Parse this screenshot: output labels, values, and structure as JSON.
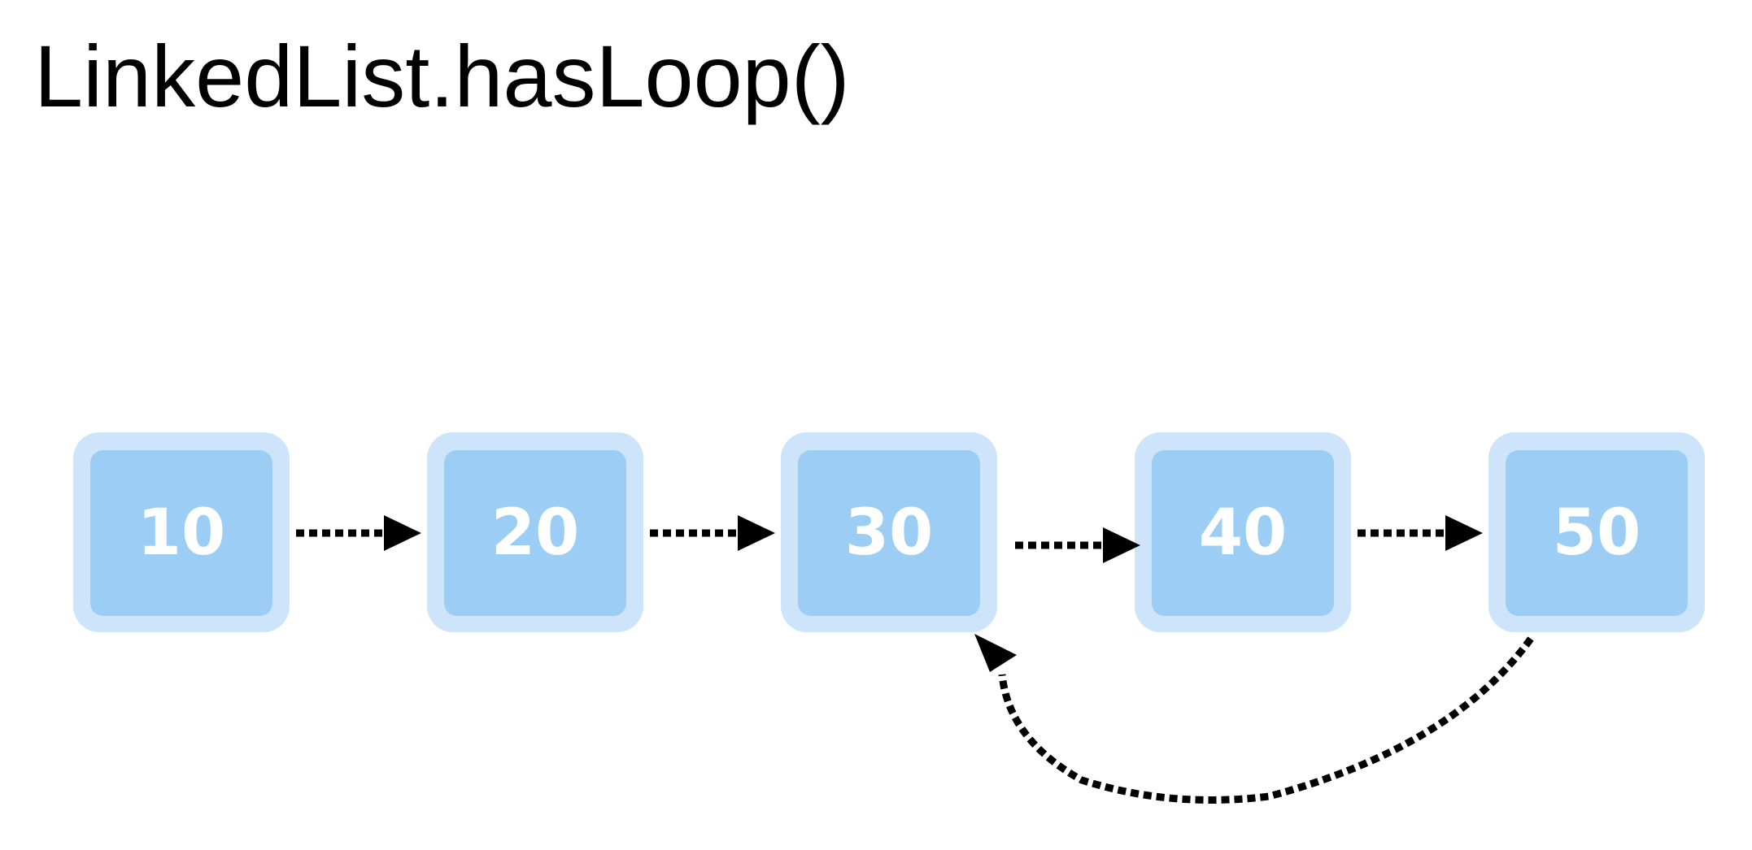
{
  "title": "LinkedList.hasLoop()",
  "nodes": [
    {
      "value": "10"
    },
    {
      "value": "20"
    },
    {
      "value": "30"
    },
    {
      "value": "40"
    },
    {
      "value": "50"
    }
  ],
  "colors": {
    "node_outer": "#cde4fa",
    "node_inner": "#9ccdf4",
    "node_text": "#ffffff",
    "arrow": "#000000"
  }
}
